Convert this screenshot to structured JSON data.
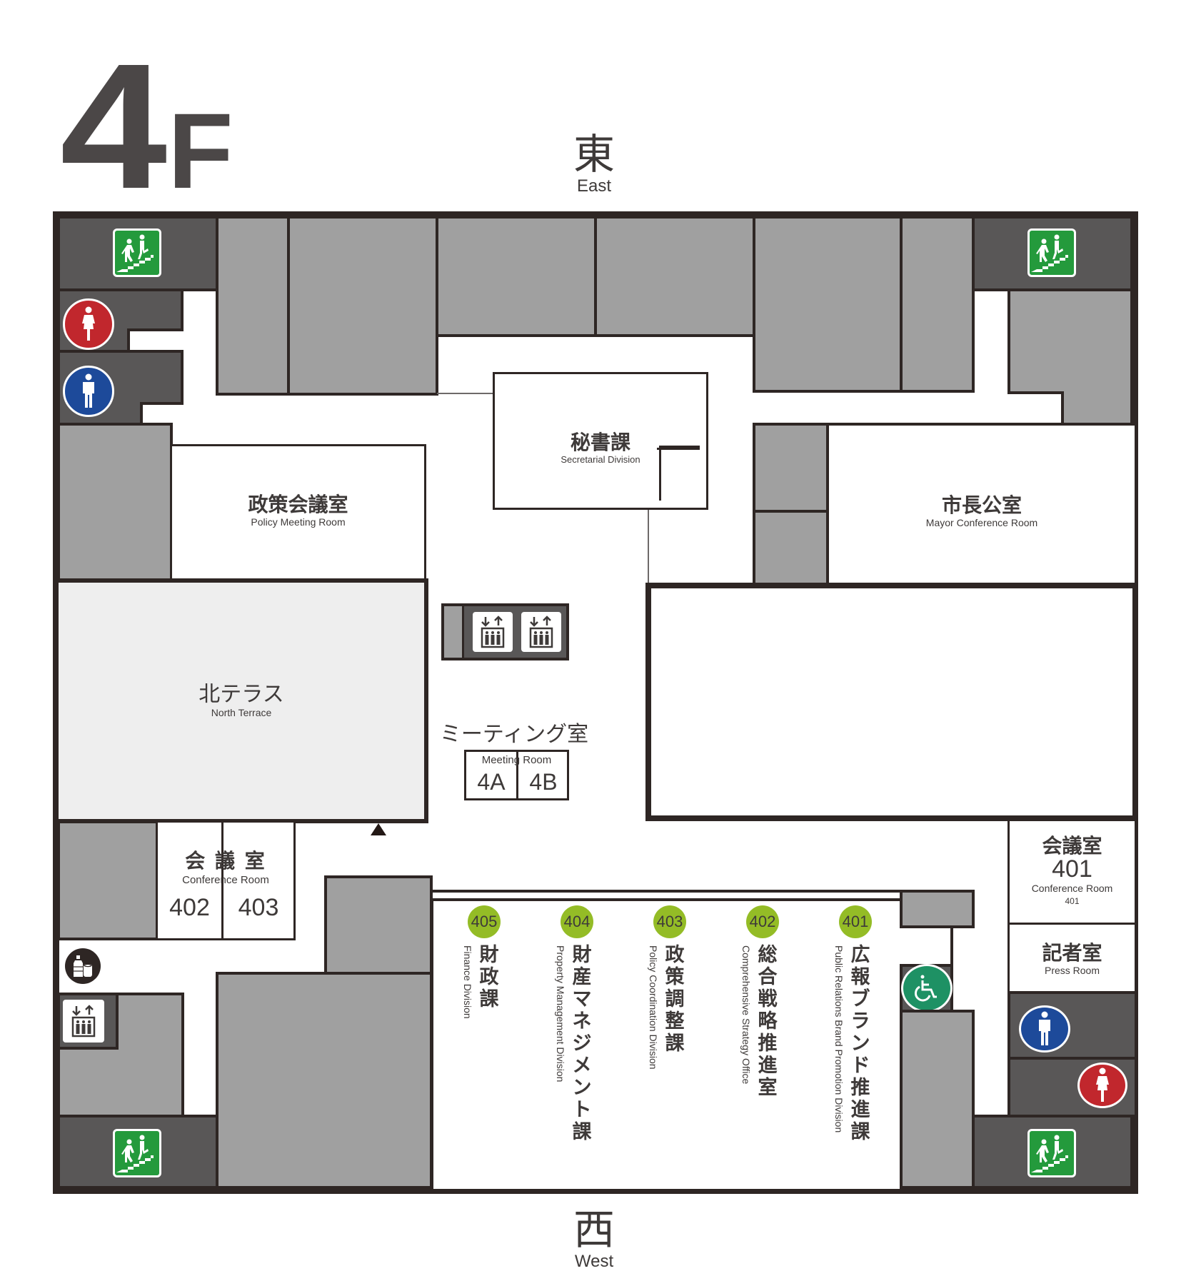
{
  "floor": {
    "number": "4",
    "suffix": "F"
  },
  "compass": {
    "top": {
      "jp": "東",
      "en": "East"
    },
    "bottom": {
      "jp": "西",
      "en": "West"
    }
  },
  "colors": {
    "wall": "#2e2624",
    "room_grey": "#a0a0a0",
    "service_dark": "#595757",
    "terrace": "#eeeeee",
    "stair_green": "#249a3c",
    "women_red": "#c1272d",
    "men_blue": "#1d4a9a",
    "accessible_green": "#1e9164",
    "division_badge": "#94bc26"
  },
  "rooms": {
    "secretarial": {
      "jp": "秘書課",
      "en": "Secretarial Division"
    },
    "policy_meeting": {
      "jp": "政策会議室",
      "en": "Policy Meeting Room"
    },
    "mayor": {
      "jp": "市長公室",
      "en": "Mayor Conference Room"
    },
    "north_terrace": {
      "jp": "北テラス",
      "en": "North Terrace"
    },
    "meeting": {
      "jp": "ミーティング室",
      "en": "Meeting Room",
      "a": "4A",
      "b": "4B"
    },
    "conference_402_403": {
      "jp": "会 議 室",
      "en": "Conference Room",
      "a": "402",
      "b": "403"
    },
    "conference_401": {
      "jp": "会議室",
      "num": "401",
      "en": "Conference Room",
      "en_num": "401"
    },
    "press": {
      "jp": "記者室",
      "en": "Press Room"
    }
  },
  "divisions": [
    {
      "num": "405",
      "jp": "財政課",
      "en": "Finance Division"
    },
    {
      "num": "404",
      "jp": "財産マネジメント課",
      "en": "Property Management Division"
    },
    {
      "num": "403",
      "jp": "政策調整課",
      "en": "Policy Coordination Division"
    },
    {
      "num": "402",
      "jp": "総合戦略推進室",
      "en": "Comprehensive Strategy Office"
    },
    {
      "num": "401",
      "jp": "広報ブランド推進課",
      "en": "Public Relations Brand Promotion Division"
    }
  ],
  "icons": {
    "stairs": "stairs-icon",
    "women": "women-restroom-icon",
    "men": "men-restroom-icon",
    "accessible": "accessible-restroom-icon",
    "elevator": "elevator-icon",
    "vending": "vending-machine-icon",
    "entrance": "entrance-triangle-icon"
  }
}
